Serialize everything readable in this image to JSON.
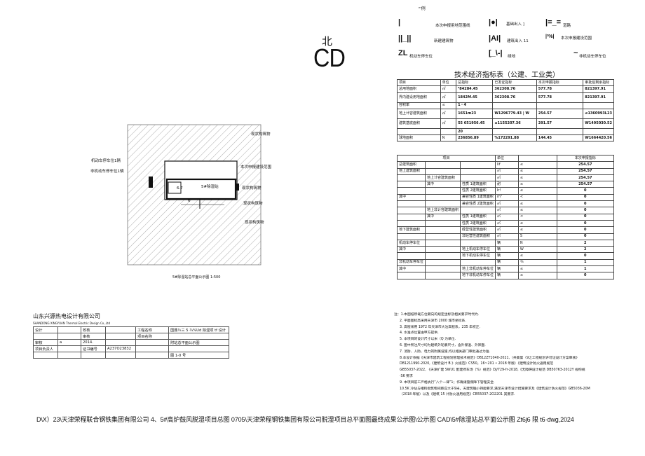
{
  "legend": {
    "title": "ᵐ例",
    "items": [
      {
        "symbol": "|",
        "label": "本次申报用地范围线"
      },
      {
        "symbol": "|●|",
        "label": "基础出入 ]"
      },
      {
        "symbol": "|=_=",
        "label": "道路"
      },
      {
        "symbol": "||_||",
        "label": "新建建筑物"
      },
      {
        "symbol": "|AI|",
        "label": "建筑出入 11"
      },
      {
        "symbol": "|²%|",
        "label": "本次申报建设范围"
      },
      {
        "symbol": "ZL",
        "label": "机动车停车位"
      },
      {
        "symbol": "[_\\-|",
        "label": "绿地"
      },
      {
        "symbol": "~",
        "label": "非机动车停车位"
      }
    ]
  },
  "north": {
    "label": "北",
    "symbol": "CD"
  },
  "site_plan": {
    "labels": [
      "现状构筑物",
      "机动车停车位1辆",
      "非机动车停车位1辆",
      "本次申报建设范围",
      "现状构筑物",
      "现状构筑物",
      "现状构筑物"
    ],
    "building_label": "5#除湿站",
    "dims": [
      "6.7",
      "5#除湿站",
      "6"
    ],
    "caption": "5#除湿站总平面公示图 1:500"
  },
  "tech_table": {
    "title": "技术经济指标表（公建、工业类）",
    "header": [
      "项目",
      "单位",
      "总指标",
      "已发证指标",
      "本次申报指标",
      "审批后剩余指标"
    ],
    "rows": [
      [
        "总用地面积",
        "㎡",
        "⁵84284.45",
        "362308.76",
        "577.78",
        "821397.91"
      ],
      [
        "界内建设用地面积",
        "㎡",
        "1842M.45",
        "362308.76",
        "577.78",
        "821397.91"
      ],
      [
        "容积率",
        "≤",
        "1・4",
        "",
        "",
        ""
      ],
      [
        "地上计容建筑面积",
        "㎡",
        "1651m23",
        "W1296779.43 | W",
        "254.57",
        "≤1360993L23"
      ],
      [
        "建筑基底面积",
        "㎡",
        "55 651956.45",
        "≤1155207.36",
        "291.57",
        "W1495030.52"
      ],
      [
        "",
        "",
        "20",
        "",
        "",
        ""
      ],
      [
        "球地面积",
        "N",
        "236856.89",
        "%172291.88",
        "144.45",
        "W1664420.56"
      ]
    ],
    "sub_header": [
      "项目",
      "单位",
      "",
      "本次申报指标"
    ],
    "sub_rows": [
      [
        "总建筑面积",
        "",
        "",
        "lif",
        "≤",
        "254.57"
      ],
      [
        "地上建筑面积",
        "",
        "",
        "㎡",
        "≤",
        "254.57"
      ],
      [
        "",
        "地上计容建筑面积",
        "",
        "㎡",
        "≤",
        "254.57"
      ],
      [
        "",
        "其中",
        "性质 1建筑面积",
        "耐",
        "≤",
        "254.57"
      ],
      [
        "",
        "",
        "性质 2建筑面积",
        "Ir!",
        "≤",
        "0"
      ],
      [
        "其中",
        "",
        "兼容性质 1建筑面积",
        "m²",
        "<",
        "0"
      ],
      [
        "",
        "",
        "兼容性质 2建筑面积",
        "㎡",
        "≤",
        "0"
      ],
      [
        "",
        "地上非计容建筑面积",
        "",
        "㎡",
        "≤",
        "0"
      ],
      [
        "",
        "其中",
        "性质 1建筑面积",
        "㎡",
        "<",
        "0"
      ],
      [
        "",
        "",
        "性质 2建筑面积",
        "㎡",
        "≤",
        "0"
      ],
      [
        "地下建筑面积",
        "",
        "经营性建筑面积",
        "㎡",
        "≤",
        "0"
      ],
      [
        "",
        "",
        "非经营性建筑面积",
        "㎡",
        "S",
        "0"
      ],
      [
        "机动车停车位",
        "",
        "",
        "辆",
        "N",
        "2"
      ],
      [
        "其中",
        "",
        "地上机动车停车位",
        "辆",
        "W",
        "2"
      ],
      [
        "",
        "",
        "地下机动车停车位",
        "辆",
        "≤",
        "0"
      ],
      [
        "非机动车停车位",
        "",
        "",
        "辆",
        "¾",
        "1"
      ],
      [
        "其中",
        "",
        "地上非机动车停车位",
        "辆",
        "≤",
        "1"
      ],
      [
        "",
        "",
        "地下非机动车停车位",
        "辆",
        "≤",
        "0"
      ]
    ]
  },
  "notes": [
    "注：1.本图纸所载方位朝向的规定坐标及相关要求时代约.",
    "2.    平面图标高采用天津市 2000 城市坐标系.",
    "3.    高程采用 1972 年天津市大沽高程系，235 年校正.",
    "4.    水准点位置由甲方提供.",
    "5.    本项目的设计尺寸以米（Q 为单位.",
    "6.    图中所注尺寸均为建筑外轮廓尺寸，含外保温、外饰面.",
    "7.    消防、人防、电力的附属设施,均以相关部门审批通过为准.",
    "8.本设计依据《天津市建筑工程规划管理技术规范》DB12ZT1040-2021,（共美第（9之工程规划许可证设计方案审核》",
    "    DB1211990-2020,《建筑设计 B 》火规范》CS50。16~201 • 2018 年版）《建筑设计防火通用规范",
    "    GB55037-2022,    《天津扩建 SWU1 配建停车场（%）规范》DJ/729-fr-2018,《无障碍设计规范 DB50763-2012Y 规构规",
    "    ·S6 要求",
    "9.    本项目前工严格执行“八个一律”1；作确请施保障下管理安全.",
    "10.5K 冷站与相和指筑物间距应大于9米，天建筑确小持能要求,满足天津市设计措施要求及《建筑设计防火规范》GB5036-20M",
    "    （2018 年版）以及《建筑 15 计防火通用规范》CB55037-2O2201 其要求."
  ],
  "title_block": {
    "company": "山东兴源热电设计有限公司",
    "company_en": "SHANDONG XINGYUAN Thermal Electric Design Co.,Ltd",
    "rows": [
      [
        "设计",
        "",
        "校核",
        "",
        "工程名称",
        "国鼎½三 5 ¾%Ud 除湿项 tf 设计"
      ],
      [
        "",
        "",
        "审核",
        "",
        "项目名称",
        ""
      ],
      [
        "审核",
        "a",
        "2014.",
        "",
        "",
        "附站总平面公示图"
      ],
      [
        "项目负责人",
        "",
        "证书编号",
        "A237O23832",
        "",
        ""
      ],
      [
        "",
        "",
        "",
        "",
        "",
        "图 1-0 号"
      ]
    ]
  },
  "file_path": "D\\X）23\\天津荣程联合钢铁集团有限公司 4、5#高炉鼓风脱湿项目总图 0705\\天津荣程钢铁集团有限公司脱湿项目总平面图最终成果公示图\\公示图 CAD\\5#除湿站总平面公示图 Zt6j6 限 t6·dwg,2024"
}
